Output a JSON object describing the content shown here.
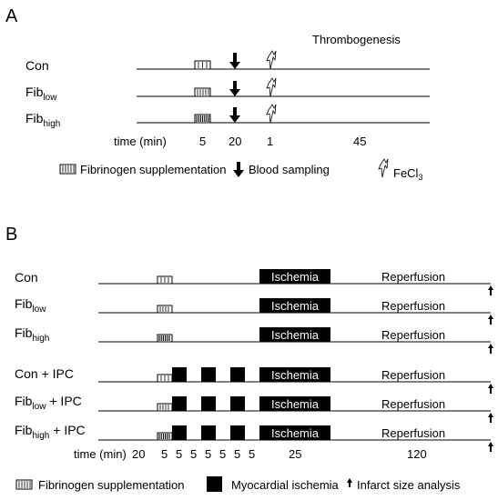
{
  "panel_a": {
    "label": "A",
    "header": "Thrombogenesis",
    "rows": [
      {
        "base": "Con",
        "sub": "",
        "supplement": "low"
      },
      {
        "base": "Fib",
        "sub": "low",
        "supplement": "mid"
      },
      {
        "base": "Fib",
        "sub": "high",
        "supplement": "high"
      }
    ],
    "time_label": "time (min)",
    "time_values": [
      "5",
      "20",
      "1",
      "45"
    ],
    "legend": {
      "fibrinogen": "Fibrinogen supplementation",
      "blood": "Blood sampling",
      "fecl_base": "FeCl",
      "fecl_sub": "3"
    }
  },
  "panel_b": {
    "label": "B",
    "ischemia_text": "Ischemia",
    "reperfusion_text": "Reperfusion",
    "rows": [
      {
        "base": "Con",
        "sub": "",
        "suffix": "",
        "supplement": "low",
        "ipc": false
      },
      {
        "base": "Fib",
        "sub": "low",
        "suffix": "",
        "supplement": "mid",
        "ipc": false
      },
      {
        "base": "Fib",
        "sub": "high",
        "suffix": "",
        "supplement": "high",
        "ipc": false
      },
      {
        "base": "Con",
        "sub": "",
        "suffix": " + IPC",
        "supplement": "low",
        "ipc": true
      },
      {
        "base": "Fib",
        "sub": "low",
        "suffix": " + IPC",
        "supplement": "mid",
        "ipc": true
      },
      {
        "base": "Fib",
        "sub": "high",
        "suffix": " + IPC",
        "supplement": "high",
        "ipc": true
      }
    ],
    "time_label": "time (min)",
    "time_values": [
      "20",
      "5",
      "5",
      "5",
      "5",
      "5",
      "5",
      "5",
      "25",
      "120"
    ],
    "legend": {
      "fibrinogen": "Fibrinogen supplementation",
      "ischemia": "Myocardial ischemia",
      "infarct": "Infarct size analysis"
    }
  }
}
